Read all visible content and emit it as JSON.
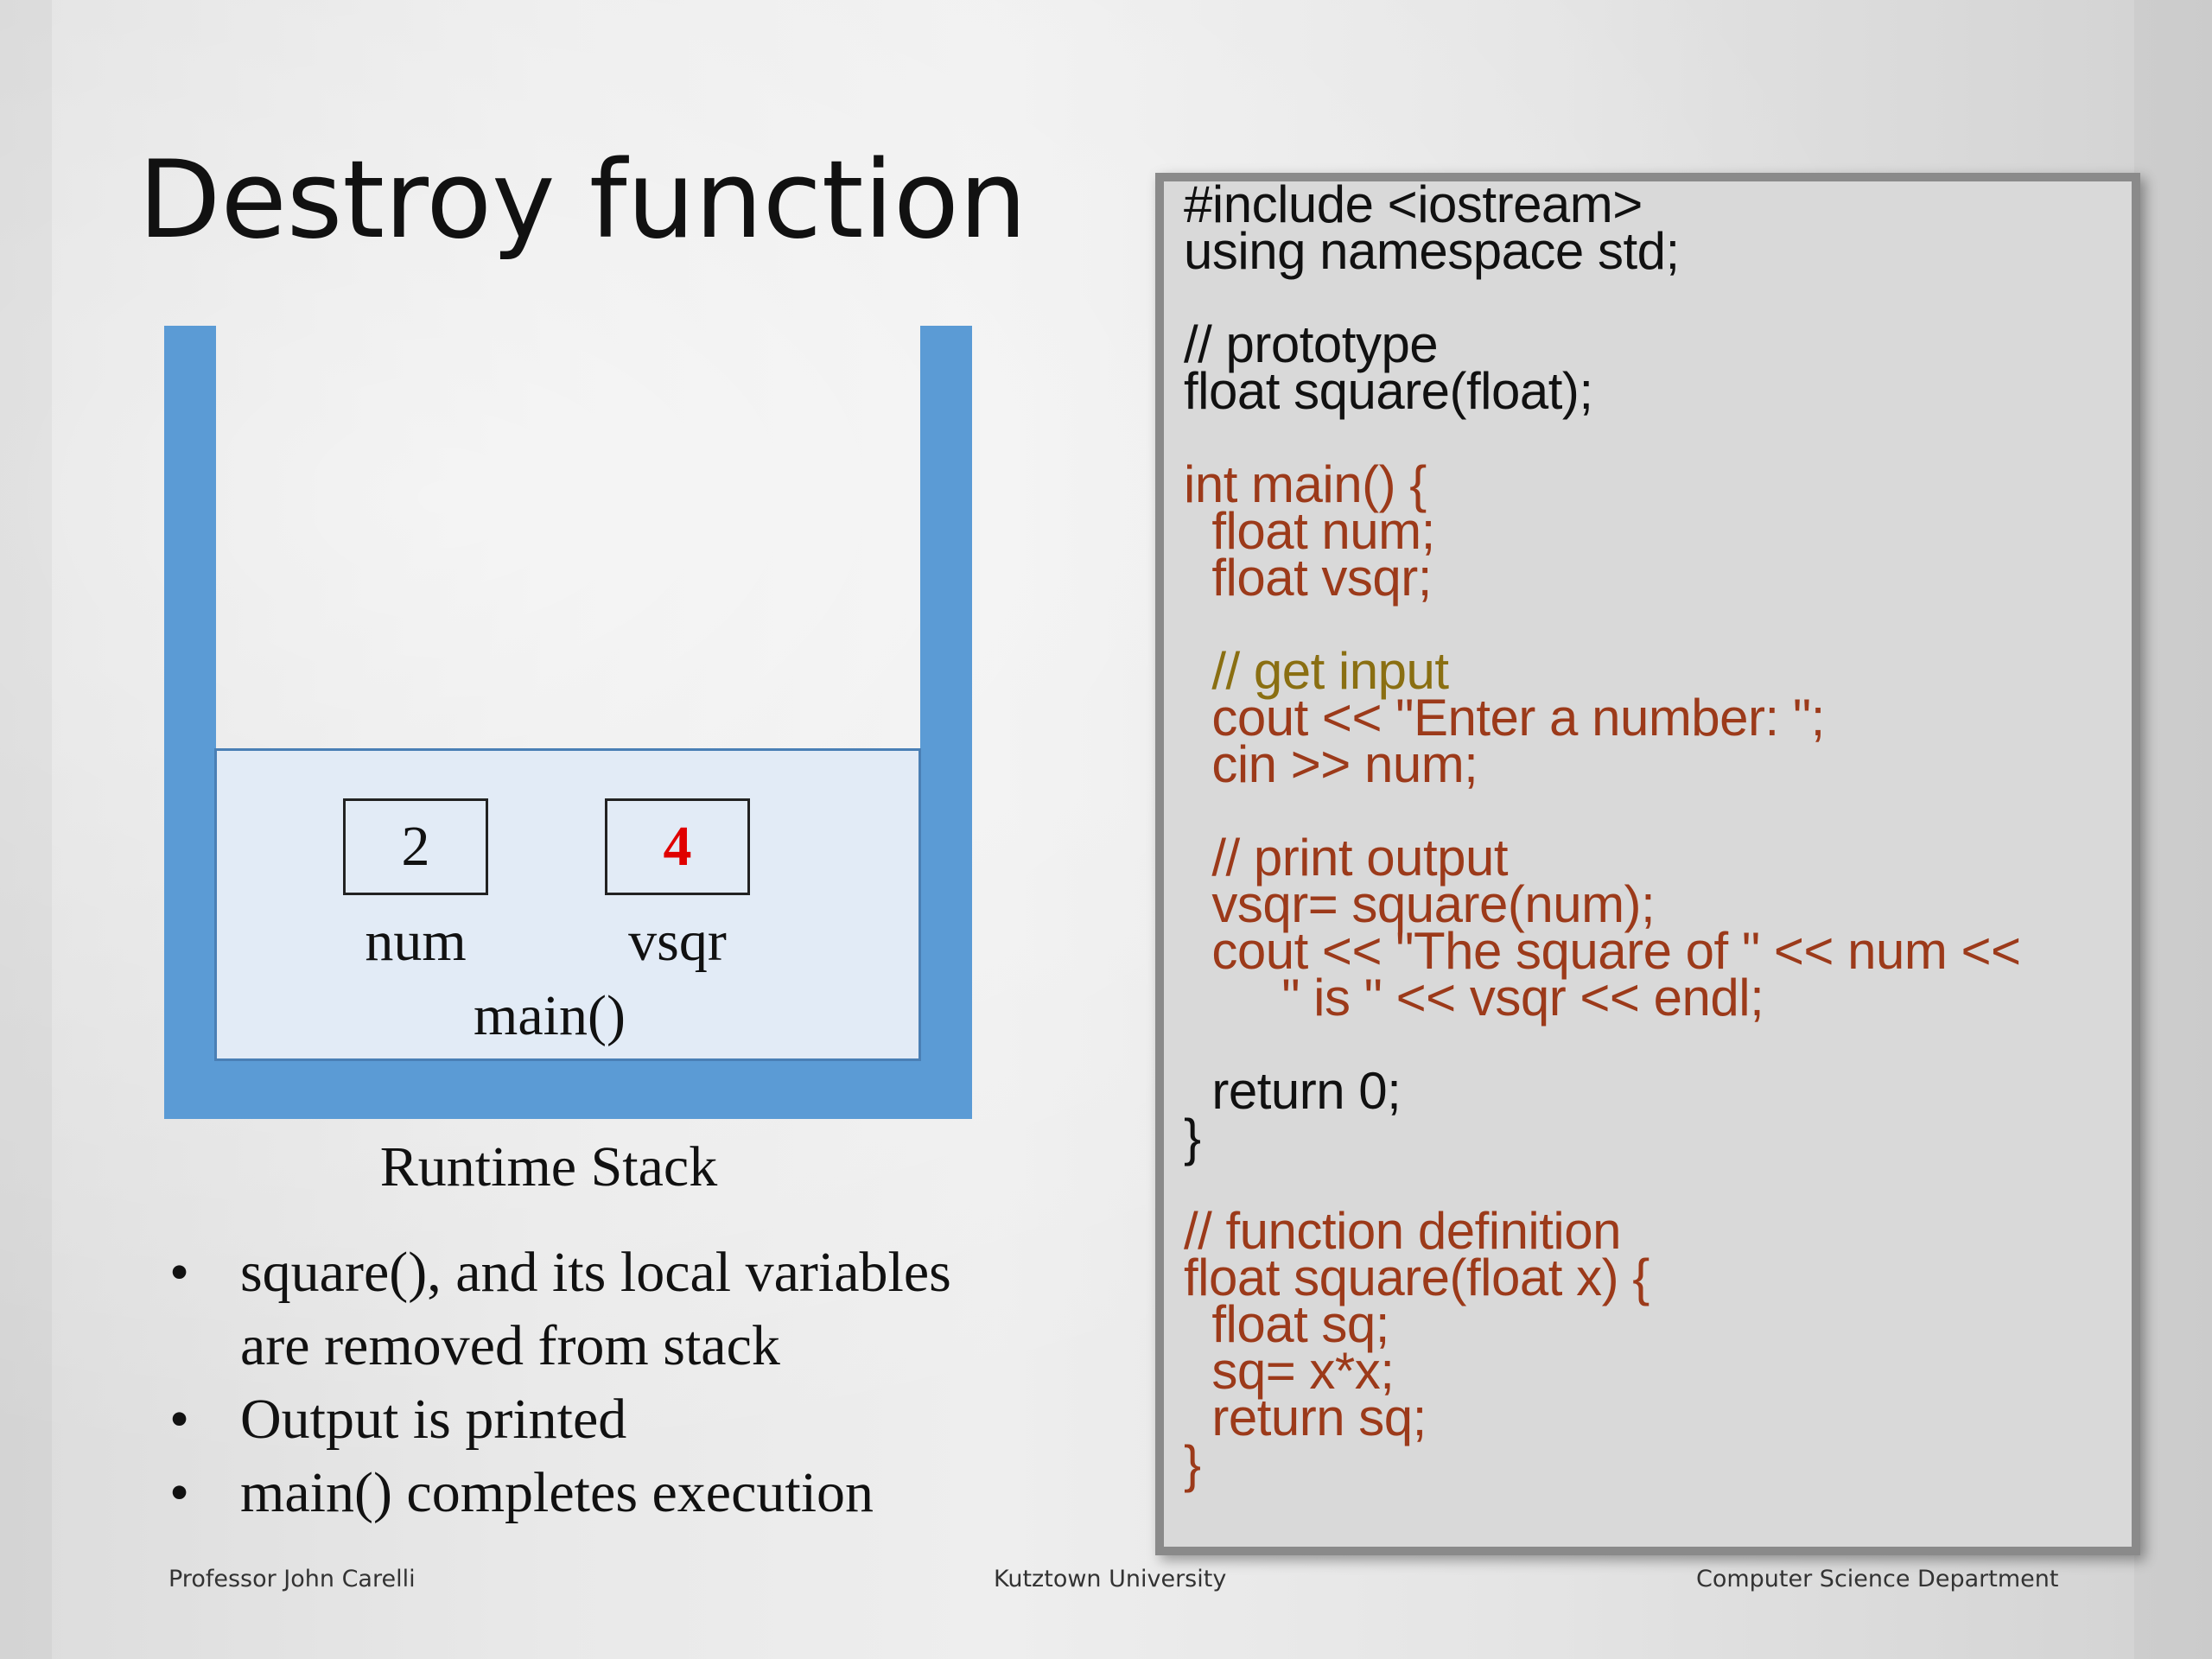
{
  "slide": {
    "title": "Destroy function"
  },
  "stack": {
    "caption": "Runtime Stack",
    "frame_label": "main()",
    "variables": [
      {
        "name": "num",
        "value": "2",
        "value_color": "#111111"
      },
      {
        "name": "vsqr",
        "value": "4",
        "value_color": "#e00000"
      }
    ],
    "wall_color": "#5b9bd5",
    "frame_color": "#e2ebf6"
  },
  "bullets": [
    "square(), and its local variables are removed from stack",
    "Output is printed",
    "main() completes execution"
  ],
  "code": {
    "lines": [
      {
        "text": "#include <iostream>",
        "color": "black"
      },
      {
        "text": "using namespace std;",
        "color": "black"
      },
      {
        "text": "",
        "color": "black"
      },
      {
        "text": "// prototype",
        "color": "black"
      },
      {
        "text": "float square(float);",
        "color": "black"
      },
      {
        "text": "",
        "color": "black"
      },
      {
        "text": "int main() {",
        "color": "red"
      },
      {
        "text": "  float num;",
        "color": "red"
      },
      {
        "text": "  float vsqr;",
        "color": "red"
      },
      {
        "text": "",
        "color": "red"
      },
      {
        "text": "  // get input",
        "color": "olive"
      },
      {
        "text": "  cout << \"Enter a number: \";",
        "color": "red"
      },
      {
        "text": "  cin >> num;",
        "color": "red"
      },
      {
        "text": "",
        "color": "red"
      },
      {
        "text": "  // print output",
        "color": "red"
      },
      {
        "text": "  vsqr= square(num);",
        "color": "red"
      },
      {
        "text": "  cout << \"The square of \" << num <<",
        "color": "red"
      },
      {
        "text": "       \" is \" << vsqr << endl;",
        "color": "red"
      },
      {
        "text": "",
        "color": "red"
      },
      {
        "text": "  return 0;",
        "color": "black"
      },
      {
        "text": "}",
        "color": "black"
      },
      {
        "text": "",
        "color": "black"
      },
      {
        "text": "// function definition",
        "color": "red"
      },
      {
        "text": "float square(float x) {",
        "color": "red"
      },
      {
        "text": "  float sq;",
        "color": "red"
      },
      {
        "text": "  sq= x*x;",
        "color": "red"
      },
      {
        "text": "  return sq;",
        "color": "red"
      },
      {
        "text": "}",
        "color": "red"
      }
    ]
  },
  "footer": {
    "left": "Professor John Carelli",
    "center": "Kutztown University",
    "right": "Computer Science Department"
  }
}
